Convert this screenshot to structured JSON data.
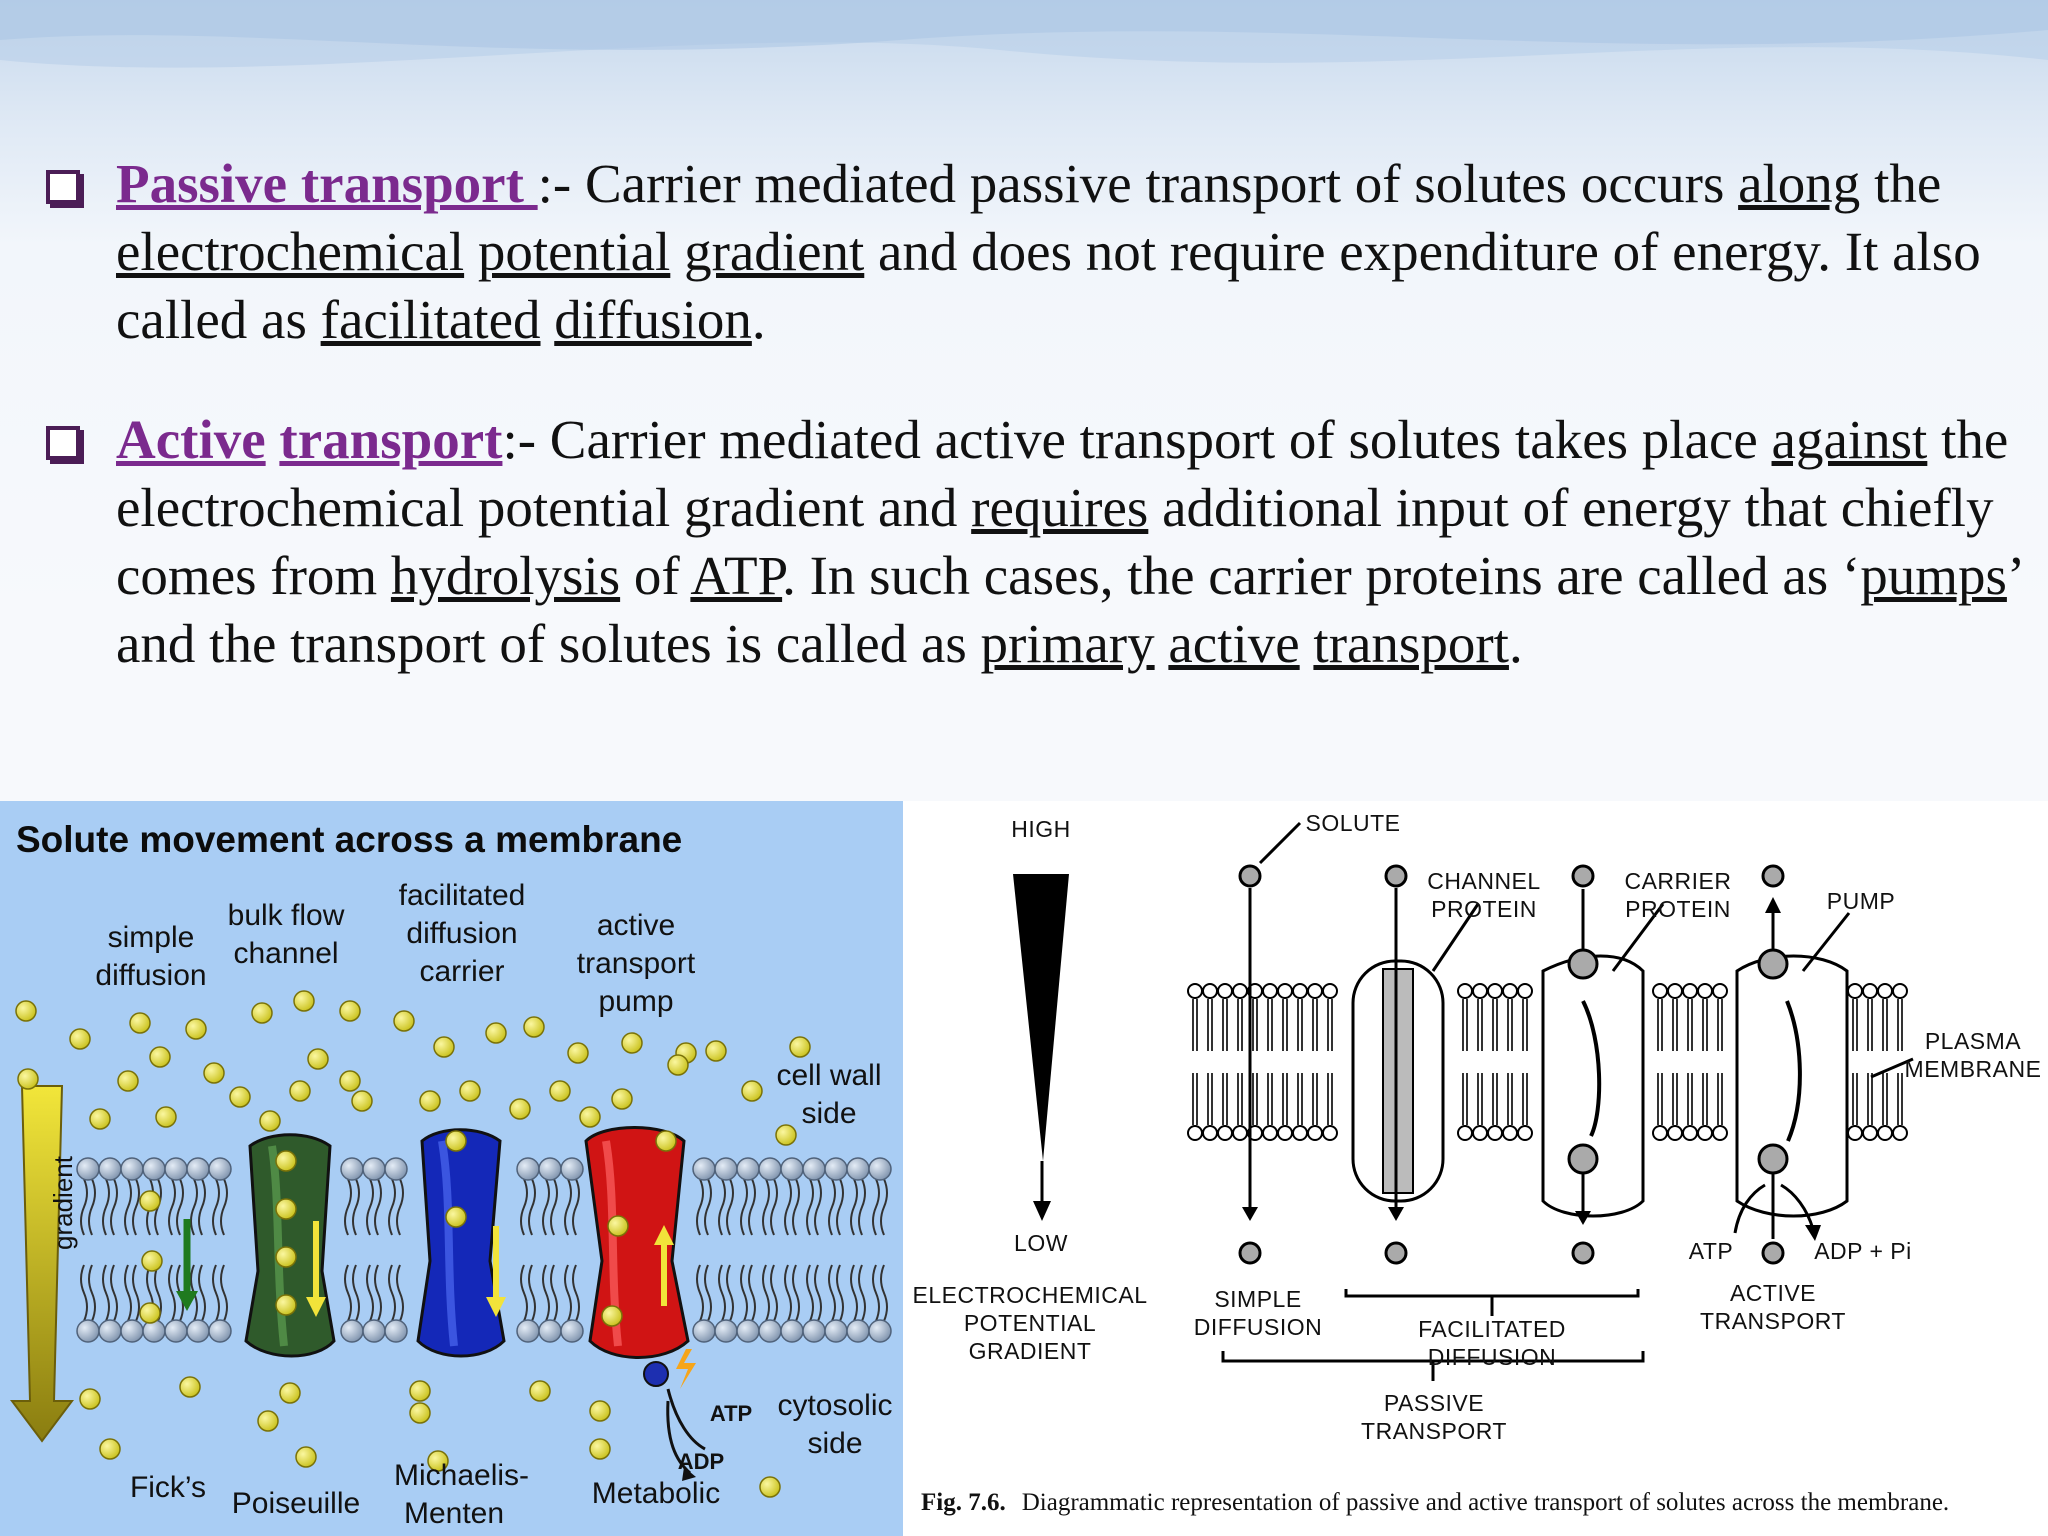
{
  "bullets": {
    "passive": {
      "term": "Passive transport ",
      "t1": ":- Carrier mediated passive transport of solutes occurs ",
      "u1": "along",
      "t2": " the ",
      "u2": "electrochemical",
      "t3": " ",
      "u3": "potential",
      "t4": " ",
      "u4": "gradient",
      "t5": " and does not require expenditure of energy. It also called as ",
      "u5": "facilitated",
      "t6": " ",
      "u6": "diffusion",
      "t7": "."
    },
    "active": {
      "term1": "Active",
      "t0": " ",
      "term2": "transport",
      "t1": ":- Carrier mediated active transport of solutes takes place ",
      "u1": "against",
      "t2": " the electrochemical potential gradient and ",
      "u2": "requires",
      "t3": " additional input of energy that chiefly comes from ",
      "u3": "hydrolysis",
      "t4": " of ",
      "u4": "ATP",
      "t5": ". In such cases, the carrier proteins are called as ‘",
      "u5": "pumps",
      "t6": "’ and the transport of solutes is called as ",
      "u6": "primary",
      "t7": " ",
      "u7": "active",
      "t8": " ",
      "u8": "transport",
      "t9": "."
    }
  },
  "figure_left": {
    "title": "Solute movement across a membrane",
    "labels": {
      "simple_diffusion": "simple diffusion",
      "bulk_flow": "bulk flow channel",
      "facilitated": "facilitated diffusion carrier",
      "active_pump": "active transport pump",
      "cell_wall": "cell wall side",
      "cytosolic": "cytosolic side",
      "gradient": "gradient",
      "atp": "ATP",
      "adp": "ADP",
      "ficks": "Fick’s",
      "poiseuille": "Poiseuille",
      "michaelis": "Michaelis-Menten",
      "metabolic": "Metabolic"
    },
    "colors": {
      "background": "#a9cdf4",
      "channel": "#2f5a2b",
      "carrier": "#1428b8",
      "pump": "#d01414",
      "solute": "#e8e22a",
      "lipid_head": "#9fb1c8"
    }
  },
  "figure_right": {
    "labels": {
      "high": "HIGH",
      "low": "LOW",
      "solute": "SOLUTE",
      "channel_protein": "CHANNEL PROTEIN",
      "carrier_protein": "CARRIER PROTEIN",
      "pump": "PUMP",
      "plasma_membrane": "PLASMA MEMBRANE",
      "electrochemical": "ELECTROCHEMICAL POTENTIAL GRADIENT",
      "simple_diffusion": "SIMPLE DIFFUSION",
      "facilitated_diffusion": "FACILITATED DIFFUSION",
      "passive_transport": "PASSIVE TRANSPORT",
      "atp": "ATP",
      "adp": "ADP + Pi",
      "active_transport": "ACTIVE TRANSPORT"
    },
    "caption_num": "Fig. 7.6.",
    "caption_text": "Diagrammatic representation of passive and active transport of solutes across the membrane."
  }
}
